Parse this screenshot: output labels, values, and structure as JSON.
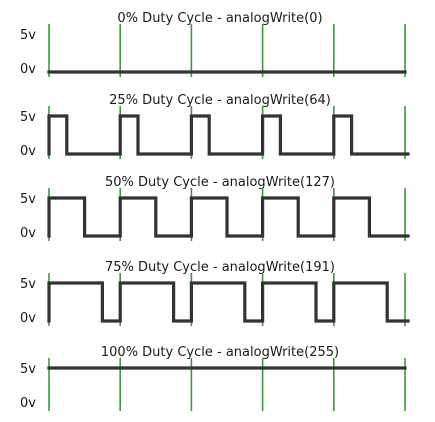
{
  "colors": {
    "waveform": "#333333",
    "gridline": "#3a9a3a",
    "text": "#1a1a1a",
    "background": "#ffffff"
  },
  "y_labels": {
    "high": "5v",
    "low": "0v"
  },
  "chart_data": [
    {
      "type": "line",
      "title": "0% Duty Cycle - analogWrite(0)",
      "duty_cycle_percent": 0,
      "analog_write_value": 0,
      "high_label": "5v",
      "low_label": "0v",
      "periods": 5
    },
    {
      "type": "line",
      "title": "25% Duty Cycle - analogWrite(64)",
      "duty_cycle_percent": 25,
      "analog_write_value": 64,
      "high_label": "5v",
      "low_label": "0v",
      "periods": 5
    },
    {
      "type": "line",
      "title": "50% Duty Cycle - analogWrite(127)",
      "duty_cycle_percent": 50,
      "analog_write_value": 127,
      "high_label": "5v",
      "low_label": "0v",
      "periods": 5
    },
    {
      "type": "line",
      "title": "75% Duty Cycle - analogWrite(191)",
      "duty_cycle_percent": 75,
      "analog_write_value": 191,
      "high_label": "5v",
      "low_label": "0v",
      "periods": 5
    },
    {
      "type": "line",
      "title": "100% Duty Cycle - analogWrite(255)",
      "duty_cycle_percent": 100,
      "analog_write_value": 255,
      "high_label": "5v",
      "low_label": "0v",
      "periods": 5
    }
  ]
}
